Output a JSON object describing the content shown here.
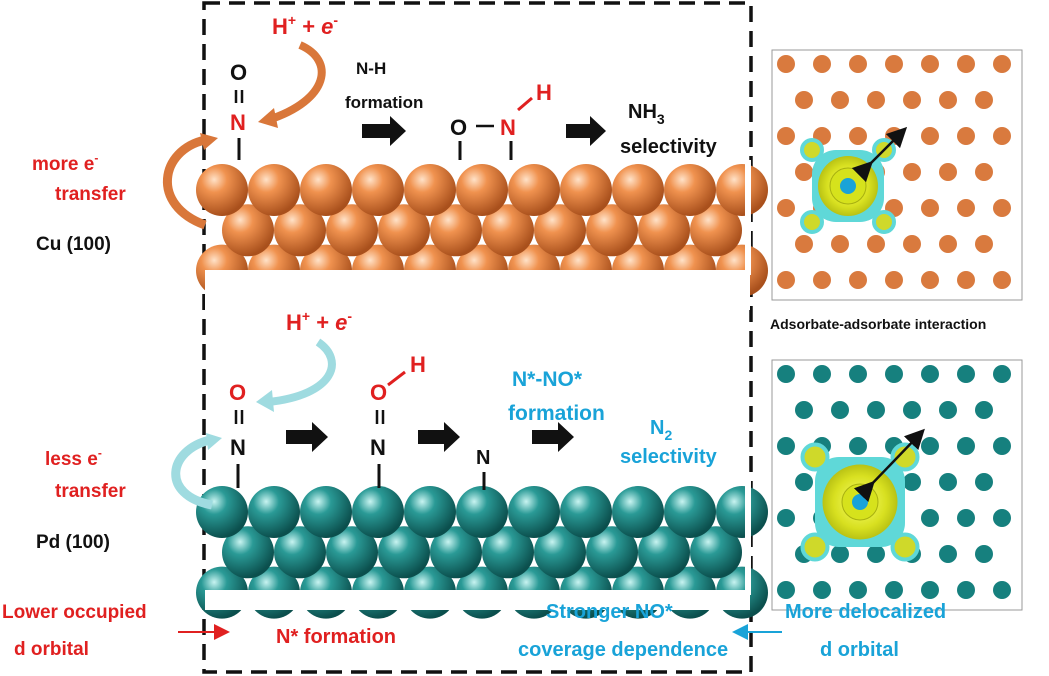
{
  "colors": {
    "red": "#e02020",
    "black": "#111111",
    "cyan": "#19a3d8",
    "copper": "#d9773a",
    "copper_light": "#f2a06a",
    "palladium": "#16807e",
    "palladium_light": "#3fb0ac",
    "charge_yellow": "#e0e830",
    "charge_cyan": "#5fd8d8"
  },
  "left_labels": {
    "cu_transfer_1": "more e",
    "cu_transfer_2": "transfer",
    "cu_surface": "Cu (100)",
    "pd_transfer_1": "less e",
    "pd_transfer_2": "transfer",
    "pd_surface": "Pd (100)",
    "lower_occupied_1": "Lower occupied",
    "lower_occupied_2": "d orbital"
  },
  "top_panel": {
    "proton_electron": "H+ + e-",
    "atom_O": "O",
    "atom_N": "N",
    "bond_double": "=",
    "step_1_line1": "N-H",
    "step_1_line2": "formation",
    "intermediate_O": "O",
    "intermediate_dash": "–",
    "intermediate_N": "N",
    "intermediate_H": "H",
    "product_line1": "NH3",
    "product_line2": "selectivity"
  },
  "bottom_panel": {
    "proton_electron": "H+ + e-",
    "atom_O": "O",
    "atom_N": "N",
    "intermediate_O": "O",
    "intermediate_H": "H",
    "intermediate_N": "N",
    "n_star": "N",
    "step_line1": "N*-NO*",
    "step_line2": "formation",
    "product_line1": "N2",
    "product_line2": "selectivity"
  },
  "bottom_row": {
    "n_formation": "N* formation",
    "stronger_1": "Stronger NO*",
    "stronger_2": "coverage dependence",
    "delocalized_1": "More delocalized",
    "delocalized_2": "d orbital"
  },
  "right_panel": {
    "interaction_label": "Adsorbate-adsorbate interaction"
  }
}
